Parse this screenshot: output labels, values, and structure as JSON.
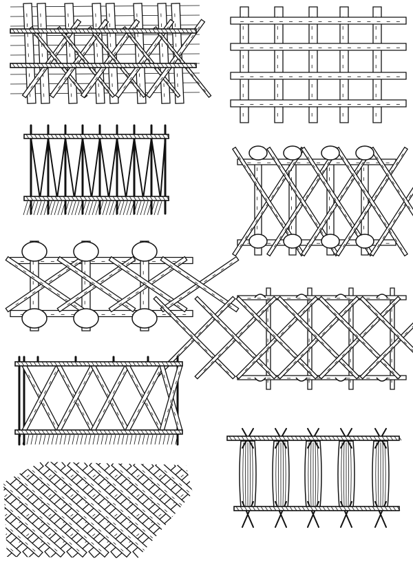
{
  "illustration": {
    "background": "#ffffff",
    "ink": "#111111",
    "panels": [
      {
        "id": "weave-a",
        "pattern": "twined-diagonal-over-vertical-reeds"
      },
      {
        "id": "weave-b",
        "pattern": "plain-lattice-grid"
      },
      {
        "id": "weave-c",
        "pattern": "zigzag-between-twined-rails"
      },
      {
        "id": "weave-d",
        "pattern": "looped-diagonal-lattice"
      },
      {
        "id": "weave-e",
        "pattern": "looped-crossing-diagonals"
      },
      {
        "id": "weave-f",
        "pattern": "diagonal-lattice-tied-at-rails"
      },
      {
        "id": "weave-g",
        "pattern": "x-lattice-between-twined-rails"
      },
      {
        "id": "weave-h",
        "pattern": "bundled-reeds-with-twined-cords"
      },
      {
        "id": "weave-i",
        "pattern": "diagonal-basketweave"
      }
    ]
  }
}
